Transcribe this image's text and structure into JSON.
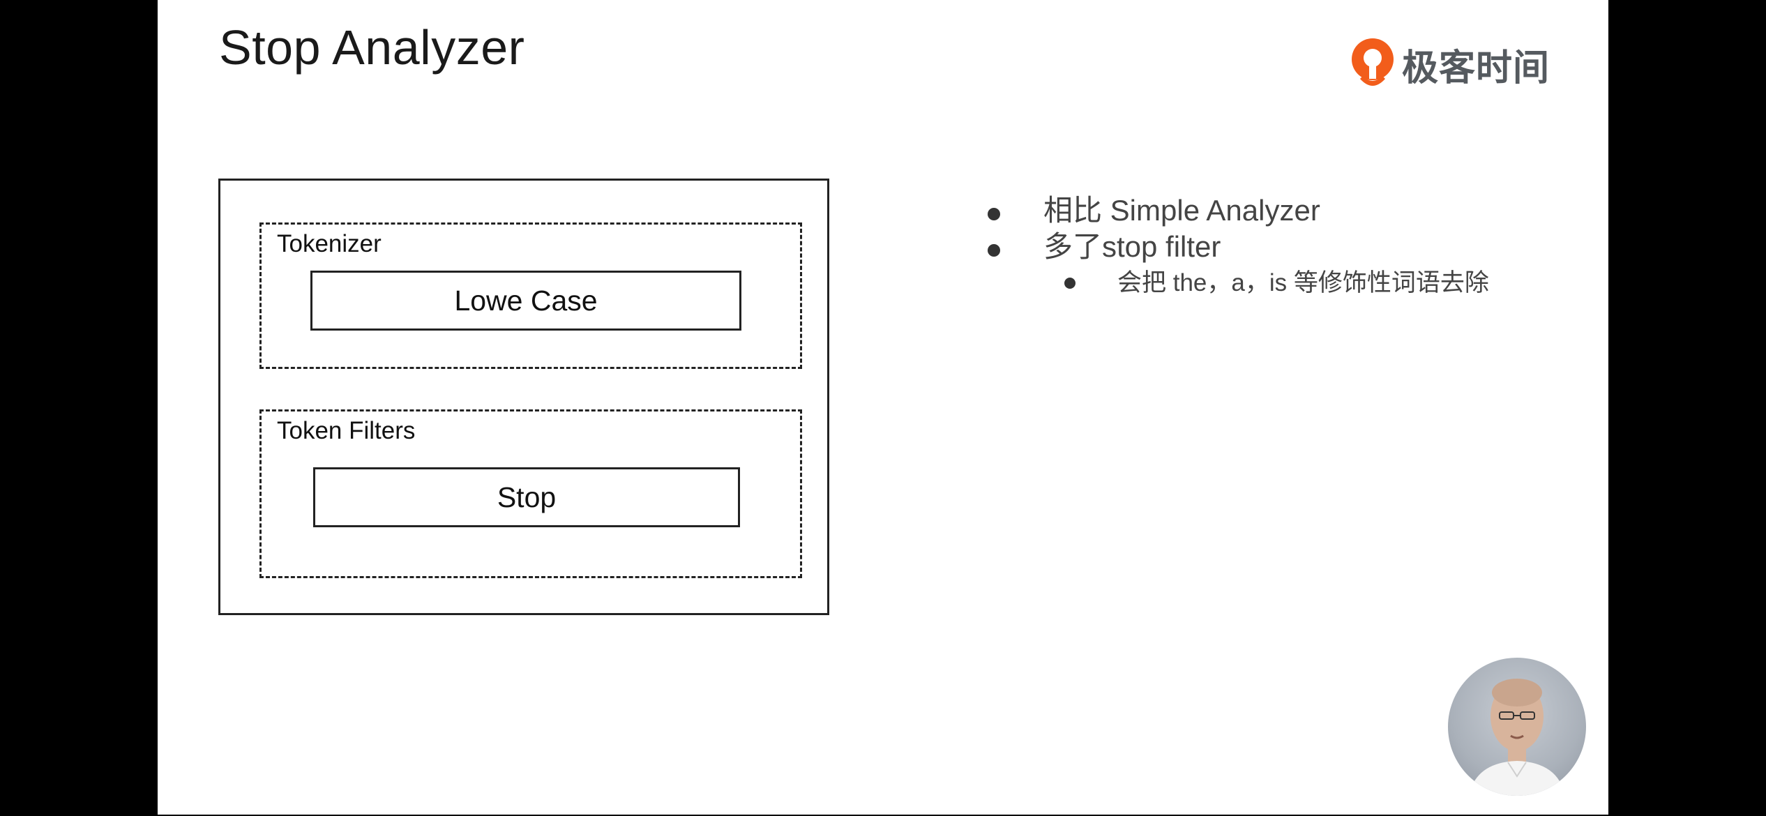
{
  "slide": {
    "title": "Stop Analyzer",
    "brand": {
      "name": "极客时间",
      "logo_color": "#f25d1b",
      "icon": "geektime-logo-icon"
    },
    "diagram": {
      "tokenizer_label": "Tokenizer",
      "tokenizer_item": "Lowe Case",
      "filters_label": "Token Filters",
      "filters_item": "Stop"
    },
    "bullets": [
      {
        "text": "相比 Simple Analyzer"
      },
      {
        "text": "多了stop filter"
      }
    ],
    "sub_bullets": [
      {
        "text": "会把 the，a，is 等修饰性词语去除"
      }
    ]
  },
  "video": {
    "presenter_icon": "presenter-avatar"
  }
}
